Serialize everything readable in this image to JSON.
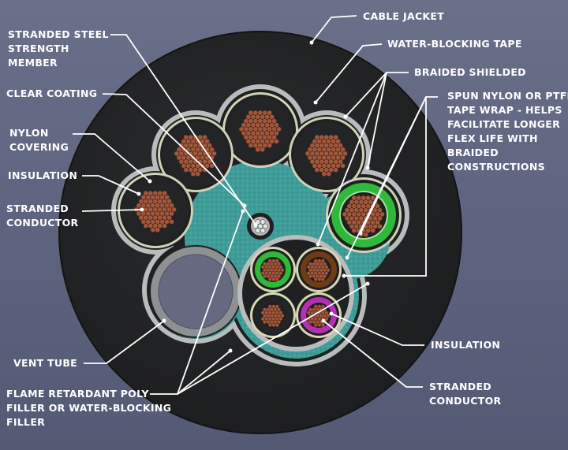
{
  "labels": {
    "cable_jacket": "CABLE JACKET",
    "water_blocking_tape": "WATER-BLOCKING TAPE",
    "braided_shielded": "BRAIDED SHIELDED",
    "spun_nylon": [
      "SPUN NYLON OR PTFE",
      "TAPE WRAP - HELPS",
      "FACILITATE LONGER",
      "FLEX LIFE WITH",
      "BRAIDED",
      "CONSTRUCTIONS"
    ],
    "stranded_steel": [
      "STRANDED STEEL",
      "STRENGTH",
      "MEMBER"
    ],
    "clear_coating": "CLEAR COATING",
    "nylon_covering": [
      "NYLON",
      "COVERING"
    ],
    "insulation_left": "INSULATION",
    "stranded_conductor_left": [
      "STRANDED",
      "CONDUCTOR"
    ],
    "vent_tube": "VENT TUBE",
    "flame_retardant": [
      "FLAME RETARDANT POLY",
      "FILLER OR WATER-BLOCKING",
      "FILLER"
    ],
    "insulation_right": "INSULATION",
    "stranded_conductor_right": [
      "STRANDED",
      "CONDUCTOR"
    ]
  },
  "colors": {
    "background": "#5f6480",
    "jacket": "#262728",
    "tape": "#b9bcbd",
    "filler": "#3f9c99",
    "conductor_copper": "#a0573c",
    "green_insulation": "#2fb83a",
    "brown_insulation": "#6e3d17",
    "magenta_insulation": "#b52fb4",
    "label_text": "#ffffff",
    "leader_line": "#ffffff"
  }
}
